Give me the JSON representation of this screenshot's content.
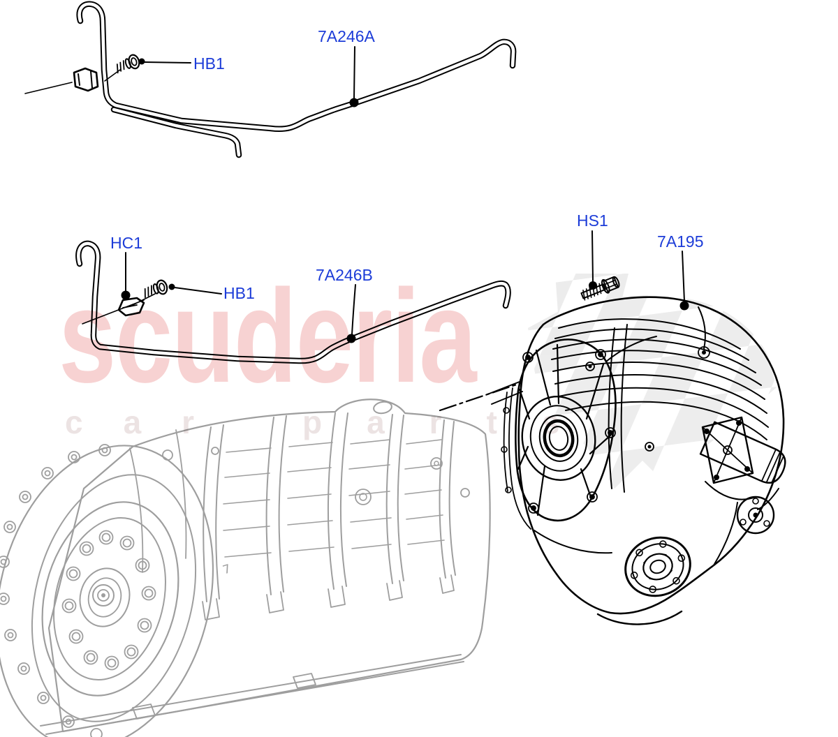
{
  "diagram": {
    "background_color": "#ffffff",
    "callouts": [
      {
        "code": "7A246A"
      },
      {
        "code": "HB1"
      },
      {
        "code": "HC1"
      },
      {
        "code": "HB1"
      },
      {
        "code": "7A246B"
      },
      {
        "code": "HS1"
      },
      {
        "code": "7A195"
      }
    ],
    "casting_mark": "7",
    "watermark": {
      "brand": "scuderia",
      "sub_word_1": "car",
      "sub_word_2": "parts",
      "brand_color": "#f7d2d2",
      "sub_color": "#ece3e3"
    },
    "colors": {
      "callout_text": "#1c3cd8",
      "main_line_art": "#000000",
      "ghost_line_art": "#9e9e9e",
      "surface_shading": "#ececec"
    }
  }
}
